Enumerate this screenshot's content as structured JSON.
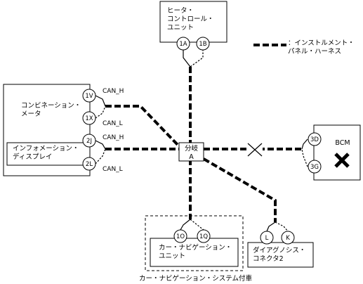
{
  "legend": {
    "text": "：インストルメント・\nパネル・ハーネス"
  },
  "units": {
    "heater": {
      "label": "ヒータ・\nコントロール・\nユニット",
      "pins": [
        "1A",
        "1B"
      ]
    },
    "combination_meter": {
      "label": "コンビネーション・\nメータ",
      "pins": [
        "1V",
        "1X"
      ]
    },
    "info_display": {
      "label": "インフォメーション・\nディスプレイ",
      "pins": [
        "2J",
        "2L"
      ]
    },
    "bcm": {
      "label": "BCM",
      "pins": [
        "3D",
        "3G"
      ]
    },
    "navigation": {
      "label": "カー・ナビゲーション・\nユニット",
      "pins": [
        "1O",
        "1Q"
      ]
    },
    "diagnosis": {
      "label": "ダイアグノシス・\nコネクタ2",
      "pins": [
        "L",
        "K"
      ]
    }
  },
  "junction": {
    "label": "分岐\nA"
  },
  "signals": {
    "can_h": "CAN_H",
    "can_l": "CAN_L"
  },
  "navigation_system_label": "カー・ナビゲーション・システム付車",
  "icons": {
    "fault_mark": "x-mark-icon",
    "break_mark": "line-break-icon"
  }
}
